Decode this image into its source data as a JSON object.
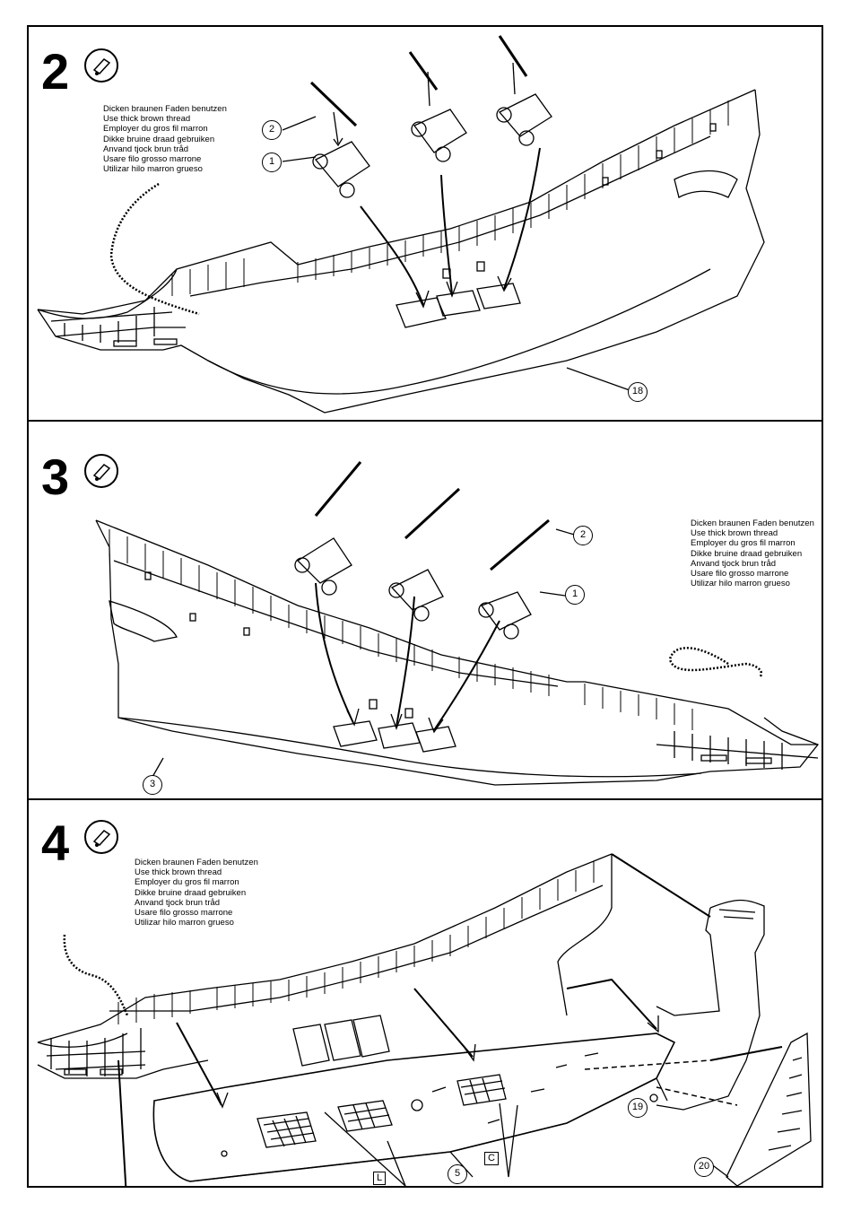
{
  "steps": [
    {
      "number": "2",
      "instructions": [
        "Dicken braunen Faden benutzen",
        "Use thick brown thread",
        "Employer du gros fil marron",
        "Dikke bruine draad gebruiken",
        "Anvand tjock brun tråd",
        "Usare filo grosso marrone",
        "Utilizar hilo marron grueso"
      ],
      "parts": [
        "2",
        "1",
        "18"
      ]
    },
    {
      "number": "3",
      "instructions": [
        "Dicken braunen Faden benutzen",
        "Use thick brown thread",
        "Employer du gros fil marron",
        "Dikke bruine draad gebruiken",
        "Anvand tjock brun tråd",
        "Usare filo grosso marrone",
        "Utilizar hilo marron grueso"
      ],
      "parts": [
        "2",
        "1",
        "3"
      ]
    },
    {
      "number": "4",
      "instructions": [
        "Dicken braunen Faden benutzen",
        "Use thick brown thread",
        "Employer du gros fil marron",
        "Dikke bruine draad gebruiken",
        "Anvand tjock brun tråd",
        "Usare filo grosso marrone",
        "Utilizar hilo marron grueso"
      ],
      "parts": [
        "19",
        "20",
        "5"
      ],
      "flags": [
        "L",
        "C"
      ]
    }
  ],
  "icons": {
    "glue": "glue-tube-icon"
  }
}
